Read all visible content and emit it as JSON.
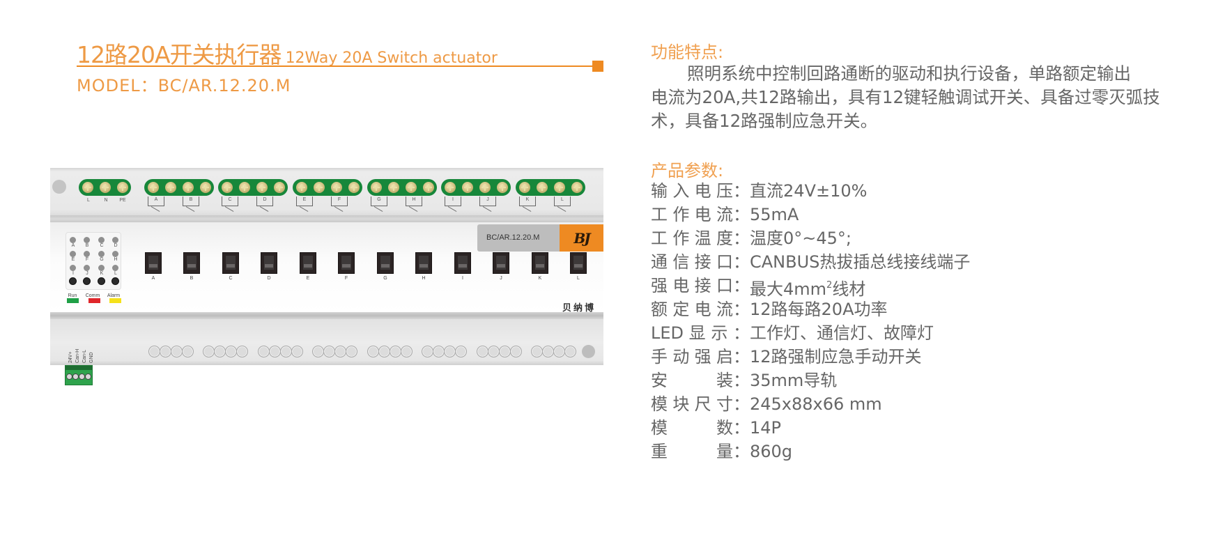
{
  "header": {
    "title_cn": "12路20A开关执行器",
    "title_en": "12Way 20A Switch actuator",
    "model": "MODEL：BC/AR.12.20.M",
    "accent_color": "#EE8A22"
  },
  "device": {
    "power_terminals": [
      "L",
      "N",
      "PE"
    ],
    "relay_channels": [
      "A",
      "B",
      "C",
      "D",
      "E",
      "F",
      "G",
      "H",
      "I",
      "J",
      "K",
      "L"
    ],
    "led_matrix": [
      [
        "A",
        "B",
        "C",
        "D"
      ],
      [
        "E",
        "F",
        "G",
        "H"
      ],
      [
        "I",
        "J",
        "K",
        "L"
      ]
    ],
    "status_leds": [
      {
        "label": "Run",
        "color": "#1fa046"
      },
      {
        "label": "Comm",
        "color": "#e0262b"
      },
      {
        "label": "Alarm",
        "color": "#f5e11a"
      }
    ],
    "switch_labels": [
      "A",
      "B",
      "C",
      "D",
      "E",
      "F",
      "G",
      "H",
      "I",
      "J",
      "K",
      "L"
    ],
    "label_plate": "BC/AR.12.20.M",
    "logo_text": "BJ",
    "brand_name": "贝纳博",
    "bus_terminals": [
      "24V+",
      "Can-H",
      "Can-L",
      "GND"
    ]
  },
  "features": {
    "heading": "功能特点:",
    "lines": [
      "照明系统中控制回路通断的驱动和执行设备，单路额定输出",
      "电流为20A,共12路输出，具有12键轻触调试开关、具备过零灭弧技",
      "术，具备12路强制应急开关。"
    ]
  },
  "specs": {
    "heading": "产品参数:",
    "rows": [
      {
        "key": [
          "输",
          "入",
          "电",
          "压"
        ],
        "value": "直流24V±10%"
      },
      {
        "key": [
          "工",
          "作",
          "电",
          "流"
        ],
        "value": "55mA"
      },
      {
        "key": [
          "工",
          "作",
          "温",
          "度"
        ],
        "value": "温度0°~45°;"
      },
      {
        "key": [
          "通",
          "信",
          "接",
          "口"
        ],
        "value": "CANBUS热拔插总线接线端子"
      },
      {
        "key": [
          "强",
          "电",
          "接",
          "口"
        ],
        "value_pre": "最大4mm",
        "value_sup": "2",
        "value_post": "线材"
      },
      {
        "key": [
          "额",
          "定",
          "电",
          "流"
        ],
        "value": "12路每路20A功率"
      },
      {
        "key": [
          "LED",
          "显",
          "示",
          ""
        ],
        "value": "工作灯、通信灯、故障灯"
      },
      {
        "key": [
          "手",
          "动",
          "强",
          "启"
        ],
        "value": "12路强制应急手动开关"
      },
      {
        "key": [
          "安",
          "装"
        ],
        "value": "35mm导轨"
      },
      {
        "key": [
          "模",
          "块",
          "尺",
          "寸"
        ],
        "value": "245x88x66 mm"
      },
      {
        "key": [
          "模",
          "数"
        ],
        "value": "14P"
      },
      {
        "key": [
          "重",
          "量"
        ],
        "value": "860g"
      }
    ]
  }
}
